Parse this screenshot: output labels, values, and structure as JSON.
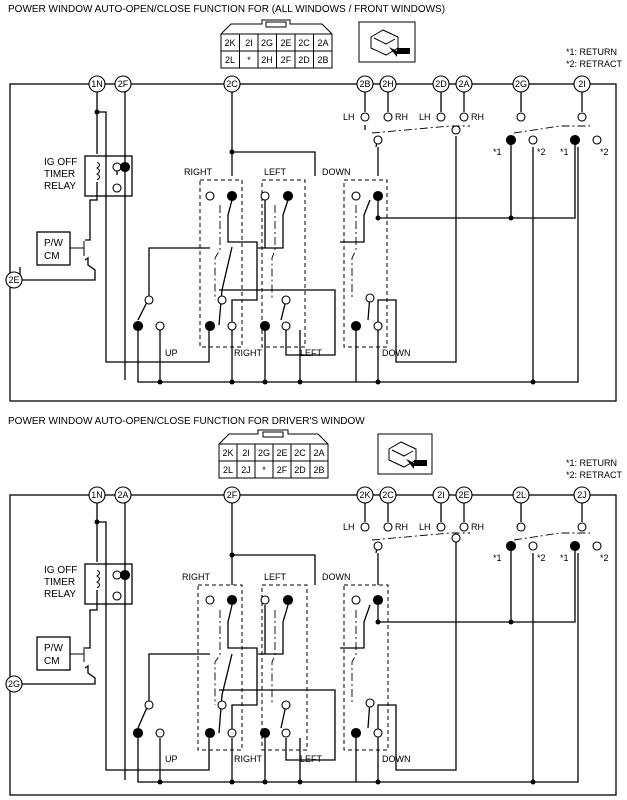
{
  "diagram1": {
    "title": "POWER WINDOW AUTO-OPEN/CLOSE FUNCTION FOR (ALL WINDOWS / FRONT WINDOWS)",
    "connector_row1": [
      "2K",
      "2I",
      "2G",
      "2E",
      "2C",
      "2A"
    ],
    "connector_row2": [
      "2L",
      "*",
      "2H",
      "2F",
      "2D",
      "2B"
    ],
    "note1": "*1: RETURN",
    "note2": "*2: RETRACT",
    "terminals_top": [
      "1N",
      "2F",
      "2C",
      "2B",
      "2H",
      "2D",
      "2A",
      "2G",
      "2I"
    ],
    "terminal_left": "2E",
    "lh": "LH",
    "rh": "RH",
    "relay": [
      "IG OFF",
      "TIMER",
      "RELAY"
    ],
    "pw": [
      "P/W",
      "CM"
    ],
    "sw_right": "RIGHT",
    "sw_left": "LEFT",
    "sw_down": "DOWN",
    "up": "UP",
    "bottom_right": "RIGHT",
    "bottom_left": "LEFT",
    "bottom_down": "DOWN",
    "s1": "*1",
    "s2": "*2"
  },
  "diagram2": {
    "title": "POWER WINDOW AUTO-OPEN/CLOSE FUNCTION FOR DRIVER'S WINDOW",
    "connector_row1": [
      "2K",
      "2I",
      "2G",
      "2E",
      "2C",
      "2A"
    ],
    "connector_row2": [
      "2L",
      "2J",
      "*",
      "2F",
      "2D",
      "2B"
    ],
    "note1": "*1: RETURN",
    "note2": "*2: RETRACT",
    "terminals_top": [
      "1N",
      "2A",
      "2F",
      "2K",
      "2C",
      "2I",
      "2E",
      "2L",
      "2J"
    ],
    "terminal_left": "2G",
    "lh": "LH",
    "rh": "RH",
    "relay": [
      "IG OFF",
      "TIMER",
      "RELAY"
    ],
    "pw": [
      "P/W",
      "CM"
    ],
    "sw_right": "RIGHT",
    "sw_left": "LEFT",
    "sw_down": "DOWN",
    "up": "UP",
    "bottom_right": "RIGHT",
    "bottom_left": "LEFT",
    "bottom_down": "DOWN",
    "s1": "*1",
    "s2": "*2"
  }
}
